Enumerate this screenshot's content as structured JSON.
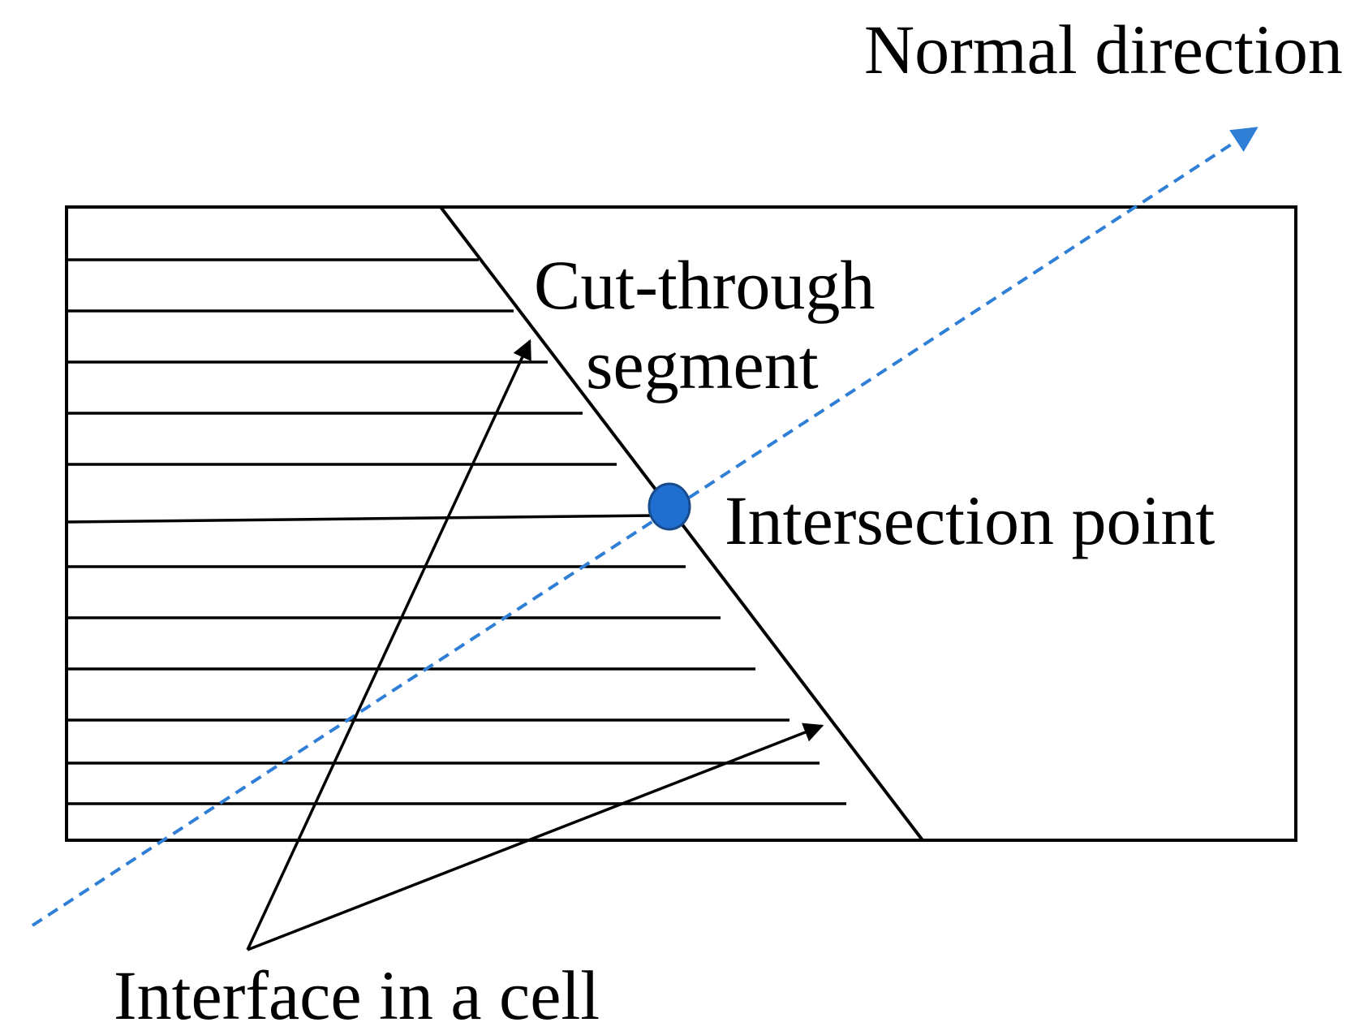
{
  "labels": {
    "normal_direction": "Normal direction",
    "cut_through_line1": "Cut-through",
    "cut_through_line2": "segment",
    "intersection_point": "Intersection point",
    "interface_in_cell": "Interface in a cell"
  },
  "colors": {
    "line": "#000000",
    "normal_arrow": "#2f7fd6",
    "intersection_fill": "#1f6fd0",
    "intersection_stroke": "#174b8c",
    "background": "#ffffff"
  }
}
